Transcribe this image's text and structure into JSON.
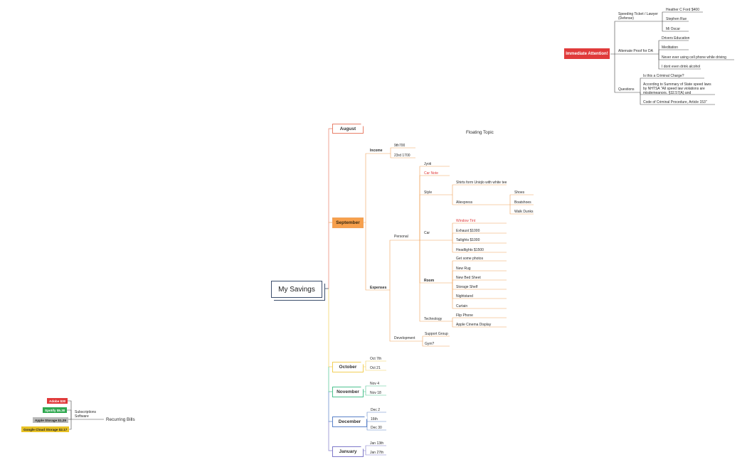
{
  "root": "My Savings",
  "floating_topic": "Floating Topic",
  "months": {
    "august": "August",
    "september": "September",
    "october": "October",
    "november": "November",
    "december": "December",
    "january": "January"
  },
  "september": {
    "income": {
      "label": "Income",
      "items": [
        "9th700",
        "23rd 1700"
      ]
    },
    "expenses": {
      "label": "Expenses",
      "personal": {
        "label": "Personal",
        "jyoti": "Jyoti",
        "car_note": "Car Note",
        "style": {
          "label": "Style",
          "shirts": "Shirts form Uniqlo with white tee",
          "aliexpress": {
            "label": "Aliexpress",
            "items": [
              "Shoes",
              "Boatshoes",
              "Walk Dunks"
            ]
          }
        },
        "car": {
          "label": "Car",
          "items": [
            "Window Tint",
            "Exhaust $1000",
            "Tailights $1000",
            "Headlights $1500"
          ]
        },
        "room": {
          "label": "Room",
          "items": [
            "Get some photos",
            "New Rug",
            "New Bed Sheet",
            "Storage Shelf",
            "Nightstand",
            "Curtain"
          ]
        },
        "technology": {
          "label": "Technology",
          "items": [
            "Flip Phone",
            "Apple Cinema Display"
          ]
        }
      },
      "development": {
        "label": "Development",
        "items": [
          "Support Group",
          "Gym?"
        ]
      }
    }
  },
  "october_items": [
    "Oct 7th",
    "Oct 21"
  ],
  "november_items": [
    "Nov 4",
    "Nov 18"
  ],
  "december_items": [
    "Dec 2",
    "16th",
    "Dec 30"
  ],
  "january_items": [
    "Jan 13th",
    "Jan 27th"
  ],
  "recurring": {
    "label": "Recurring Bills",
    "sub_line1": "Subscriptions",
    "sub_line2": "Software",
    "tags": [
      "Adobe $30",
      "Spotify $5.30",
      "Apple Storage $1.29",
      "Google Cloud Storage $2.17"
    ]
  },
  "attention": {
    "label": "Immediate Attention!",
    "ticket_line1": "Speeding Ticket / Lawyer",
    "ticket_line2": "(Defense)",
    "lawyers": [
      "Heather C Ford $400",
      "Stephen Rue",
      "Mi Oscar"
    ],
    "alt_proof": "Alternate Proof for DA",
    "alt_items": [
      "Drivers Education",
      "Meditation",
      "Never ever using cell phone while driving",
      "I dont even drink alcohol"
    ],
    "questions": "Questions",
    "q_items": [
      "Is this a Criminal Charge?",
      "According to Summary of State speed laws by NHTSA \"All speed law violations are misdemeanors. §32.57(A) and",
      "Code of Criminal Procedure, Article 153\""
    ]
  },
  "colors": {
    "root_border": "#3d4f6d",
    "august": "#e8806a",
    "september": "#f0a25a",
    "september_fill": "#f7a04c",
    "october": "#f2cf58",
    "november": "#4cc28f",
    "december": "#5a82c8",
    "january": "#7f79c9",
    "attention": "#e03a3a",
    "adobe": "#e03a3a",
    "spotify": "#2fa84f",
    "apple_storage": "#b9b9b9",
    "google_storage": "#e8c227"
  }
}
